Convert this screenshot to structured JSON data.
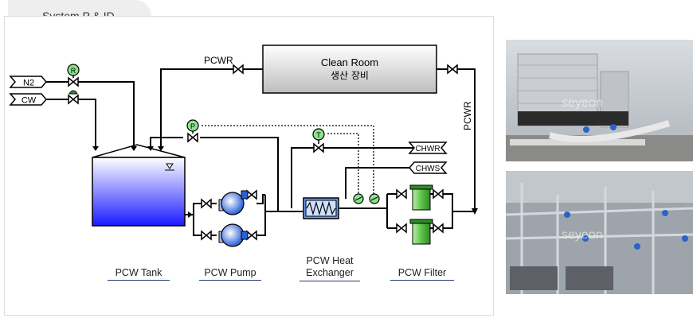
{
  "header": {
    "tab_title": "System P & ID"
  },
  "diagram": {
    "inputs": {
      "n2": "N2",
      "cw": "CW"
    },
    "instruments": {
      "r": "R",
      "p": "P",
      "t": "T"
    },
    "lines": {
      "pcwr_top": "PCWR",
      "pcwr_side": "PCWR",
      "chwr": "CHWR",
      "chws": "CHWS"
    },
    "clean_room": {
      "line1": "Clean Room",
      "line2": "생산 장비"
    },
    "captions": {
      "tank": "PCW Tank",
      "pump": "PCW Pump",
      "hx_line1": "PCW Heat",
      "hx_line2": "Exchanger",
      "filter": "PCW Filter"
    },
    "colors": {
      "line": "#000000",
      "tank_fill": "#1a1aff",
      "pump": "#2a5fd8",
      "filter": "#5ec34a",
      "instrument": "#8ee28e"
    }
  },
  "photos": {
    "watermark": "seyeon"
  }
}
